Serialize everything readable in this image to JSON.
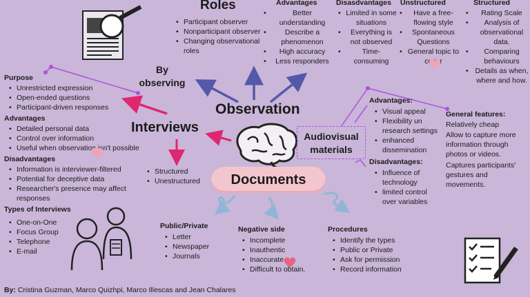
{
  "central": {
    "title": "Observation"
  },
  "roles": {
    "title": "Roles",
    "items": [
      "Participant observer",
      "Nonparticipant observer",
      "Changing observational roles"
    ]
  },
  "by_observing": "By observing",
  "advantages_top": {
    "title": "Advantages",
    "items": [
      "Better understanding",
      "Describe a phenomenon",
      "High accuracy",
      "Less responders"
    ]
  },
  "disadvantages_top": {
    "title": "Disasdvantages",
    "items": [
      "Limited in some situations",
      "Everything is not observed",
      "Time-consuming"
    ]
  },
  "unstructured": {
    "title": "Unstructured",
    "items": [
      "Have a free-flowing style",
      "Spontaneous Questions",
      "General topic to cover"
    ]
  },
  "structured": {
    "title": "Structured",
    "items": [
      "Rating Scale",
      "Analysis of observational data.",
      "Comparing behaviours",
      "Details as when, where and how."
    ]
  },
  "interviews": {
    "title": "Interviews",
    "purpose": {
      "title": "Purpose",
      "items": [
        "Unrestricted expression",
        "Open-ended questions",
        "Participant-driven responses"
      ]
    },
    "advantages": {
      "title": "Advantages",
      "items": [
        "Detailed personal data",
        "Control over information",
        "Useful when observation isn't possible"
      ]
    },
    "disadvantages": {
      "title": "Disadvantages",
      "items": [
        "Information is interviewer-filtered",
        "Potential for deceptive data",
        "Researcher's presence may affect responses"
      ]
    },
    "types": {
      "title": "Types of Interviews",
      "items": [
        "One-on-One",
        "Focus Group",
        "Telephone",
        "E-mail"
      ]
    },
    "kinds": [
      "Structured",
      "Unestructured"
    ]
  },
  "audiovisual": {
    "title_line1": "Audiovisual",
    "title_line2": "materials",
    "advantages": {
      "title": "Advantages:",
      "items": [
        "Visual appeal",
        "Flexibility un research settings",
        "enhanced dissemination"
      ]
    },
    "disadvantages": {
      "title": "Disadvantages:",
      "items": [
        "Influence of technology",
        "limited control over variables"
      ]
    },
    "general": {
      "title": "General features:",
      "lines": [
        "Relatively cheap",
        "Allow to capture more information through photos or videos.",
        "Captures participants' gestures and movements."
      ]
    }
  },
  "documents": {
    "title": "Documents",
    "public_private": {
      "title": "Public/Private",
      "items": [
        "Letter",
        "Newspaper",
        "Journals"
      ]
    },
    "negative": {
      "title": "Negative side",
      "items": [
        "Incomplete",
        "Inauthentic",
        "Inaccurate",
        "Difficult to obtain."
      ]
    },
    "procedures": {
      "title": "Procedures",
      "items": [
        "Identify the types",
        "Public or Private",
        "Ask for permission",
        "Record information"
      ]
    }
  },
  "footer": {
    "label": "By:",
    "authors": "Cristina Guzman, Marco Quizhpi, Marco Illescas and Jean Chalares"
  },
  "colors": {
    "background": "#c9b6d8",
    "arrow_blue": "#5558a8",
    "arrow_pink": "#e0266e",
    "connector_purple": "#b14fe0",
    "pill": "#f3c5cd",
    "light_blue": "#8fb6d6"
  },
  "icons": [
    "magnifier-document-icon",
    "brain-icon",
    "interview-people-icon",
    "checklist-pen-icon",
    "heart-icon"
  ]
}
